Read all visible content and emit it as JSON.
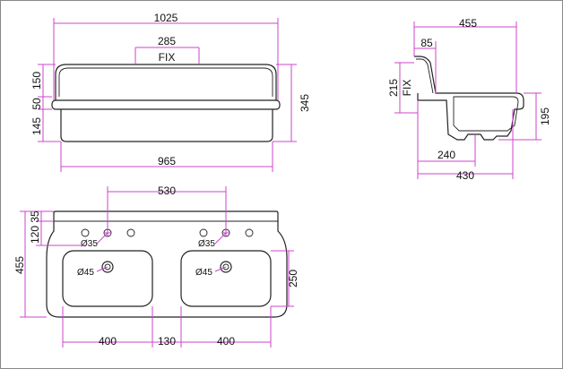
{
  "colors": {
    "dimension": "#cc44cc",
    "outline": "#222222",
    "text": "#111111"
  },
  "front_view": {
    "overall_width": "1025",
    "fix_spacing": "285",
    "fix_label": "FIX",
    "top_rim_height": "150",
    "rim_height": "50",
    "lower_height": "145",
    "total_height": "345",
    "bottom_width": "965"
  },
  "side_view": {
    "depth_top": "455",
    "upstand": "85",
    "fix_height": "215",
    "fix_label": "FIX",
    "bowl_height": "195",
    "waste_offset": "240",
    "bottom_depth": "430"
  },
  "plan_view": {
    "tap_spacing": "530",
    "edge_offset": "35",
    "tap_row": "120",
    "overall_depth": "455",
    "tap_hole_left": "Ø35",
    "tap_hole_right": "Ø35",
    "waste_left": "Ø45",
    "waste_right": "Ø45",
    "bowl_depth": "250",
    "bowl_left_width": "400",
    "bowl_gap": "130",
    "bowl_right_width": "400"
  }
}
